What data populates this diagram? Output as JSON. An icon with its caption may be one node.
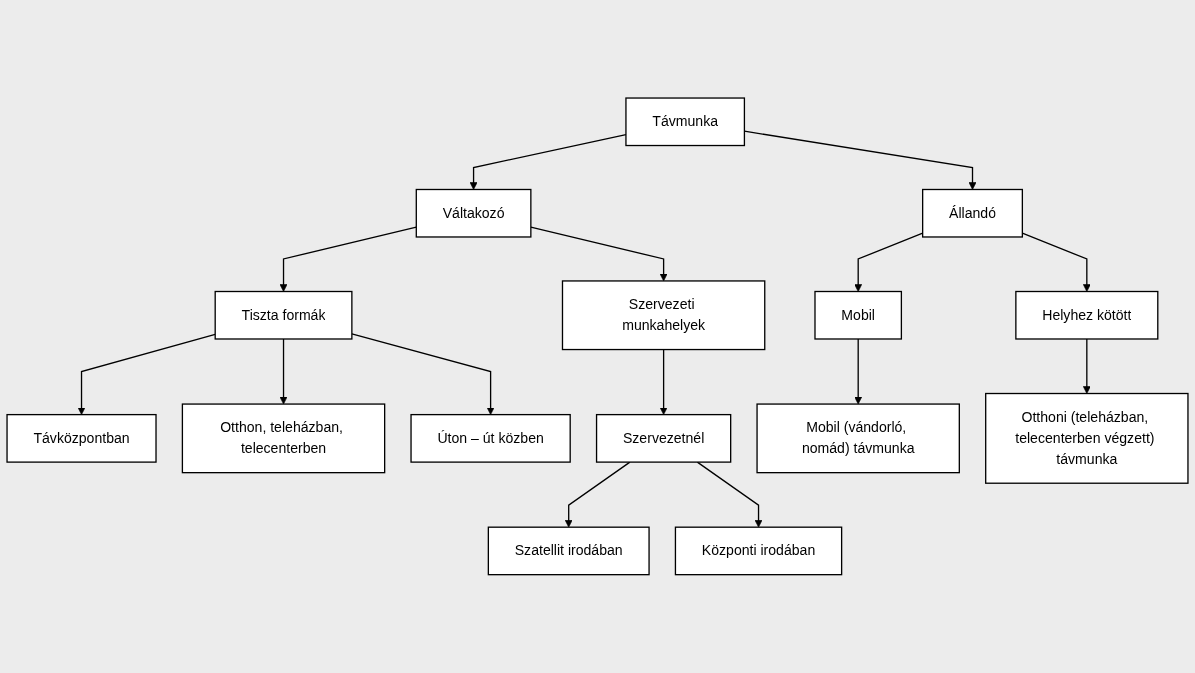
{
  "diagram": {
    "nodes": [
      {
        "text": [
          "Távmunka"
        ]
      },
      {
        "text": [
          "Váltakozó"
        ]
      },
      {
        "text": [
          "Állandó"
        ]
      },
      {
        "text": [
          "Tiszta formák"
        ]
      },
      {
        "text": [
          "Szervezeti munkahelyek"
        ]
      },
      {
        "text": [
          "Mobil"
        ]
      },
      {
        "text": [
          "Helyhez kötött"
        ]
      },
      {
        "text": [
          "Távközpontban"
        ]
      },
      {
        "text": [
          "Otthon, teleházban, telecenterben"
        ]
      },
      {
        "text": [
          "Úton – út közben"
        ]
      },
      {
        "text": [
          "Szervezetnél"
        ]
      },
      {
        "text": [
          "Mobil (vándorló, nomád) távmunka"
        ]
      },
      {
        "text": [
          "Otthoni (teleházban, telecenterben végzett) távmunka"
        ]
      },
      {
        "text": [
          "Szatellit irodában"
        ]
      },
      {
        "text": [
          "Központi irodában"
        ]
      }
    ],
    "edges": [
      {
        "from": 0,
        "to": 1,
        "arrow": "to"
      },
      {
        "from": 0,
        "to": 2,
        "arrow": "to"
      },
      {
        "from": 1,
        "to": 3,
        "arrow": "to"
      },
      {
        "from": 1,
        "to": 4,
        "arrow": "to"
      },
      {
        "from": 2,
        "to": 5,
        "arrow": "to"
      },
      {
        "from": 2,
        "to": 6,
        "arrow": "to"
      },
      {
        "from": 3,
        "to": 7,
        "arrow": "to"
      },
      {
        "from": 3,
        "to": 8,
        "arrow": "to"
      },
      {
        "from": 3,
        "to": 9,
        "arrow": "to"
      },
      {
        "from": 4,
        "to": 10,
        "arrow": "to"
      },
      {
        "from": 5,
        "to": 11,
        "arrow": "to"
      },
      {
        "from": 6,
        "to": 12,
        "arrow": "to"
      },
      {
        "from": 10,
        "to": 13,
        "arrow": "to"
      },
      {
        "from": 10,
        "to": 14,
        "arrow": "to"
      }
    ]
  }
}
